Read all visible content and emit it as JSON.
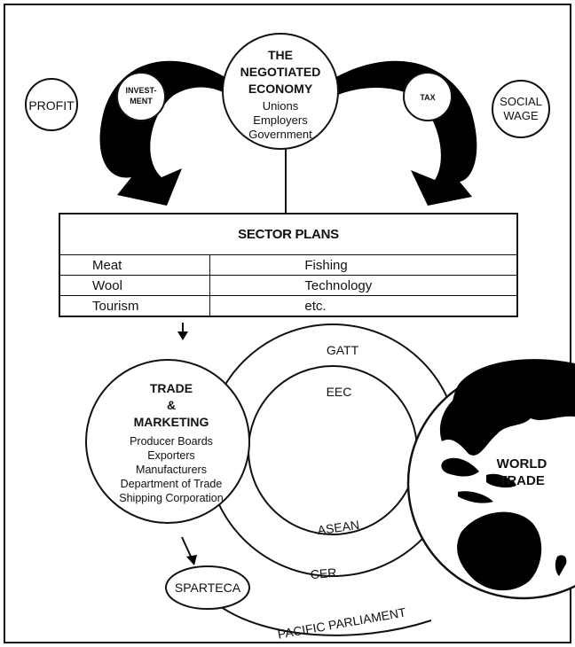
{
  "economy": {
    "title_line1": "THE",
    "title_line2": "NEGOTIATED",
    "title_line3": "ECONOMY",
    "members": [
      "Unions",
      "Employers",
      "Government"
    ]
  },
  "left_outer": "PROFIT",
  "left_inner_line1": "INVEST-",
  "left_inner_line2": "MENT",
  "right_inner": "TAX",
  "right_outer_line1": "SOCIAL",
  "right_outer_line2": "WAGE",
  "sector_plans": {
    "title": "SECTOR PLANS",
    "rows": [
      {
        "left": "Meat",
        "right": "Fishing"
      },
      {
        "left": "Wool",
        "right": "Technology"
      },
      {
        "left": "Tourism",
        "right": "etc."
      }
    ]
  },
  "trade": {
    "title_line1": "TRADE",
    "title_line2": "&",
    "title_line3": "MARKETING",
    "members": [
      "Producer Boards",
      "Exporters",
      "Manufacturers",
      "Department of Trade",
      "Shipping Corporation"
    ]
  },
  "rings": {
    "outer": "GATT",
    "inner": "EEC",
    "asean": "ASEAN",
    "cer": "CER",
    "pacific": "PACIFIC PARLIAMENT"
  },
  "sparteca": "SPARTECA",
  "world": {
    "line1": "WORLD",
    "line2": "TRADE"
  }
}
